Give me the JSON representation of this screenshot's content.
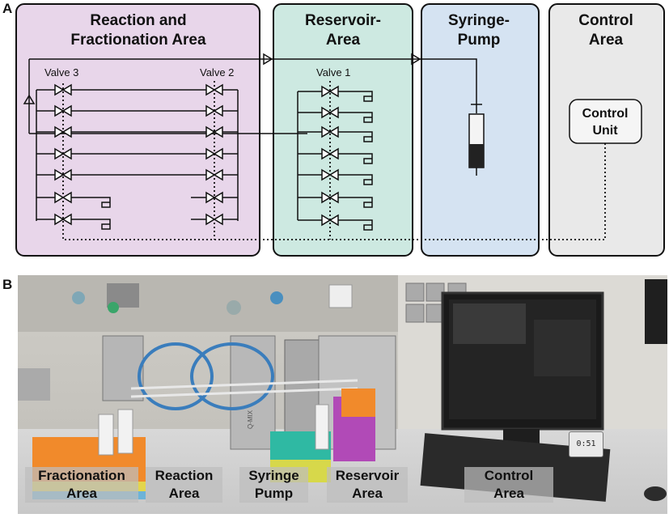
{
  "panel_a": {
    "letter": "A",
    "areas": {
      "reaction": {
        "title_line1": "Reaction and",
        "title_line2": "Fractionation Area",
        "color": "#e8d6ea"
      },
      "reservoir": {
        "title_line1": "Reservoir-",
        "title_line2": "Area",
        "color": "#cde9e1"
      },
      "syringe": {
        "title_line1": "Syringe-",
        "title_line2": "Pump",
        "color": "#d5e3f2"
      },
      "control": {
        "title_line1": "Control",
        "title_line2": "Area",
        "color": "#e9e9e9"
      }
    },
    "valve_labels": {
      "valve3": "Valve 3",
      "valve2": "Valve 2",
      "valve1": "Valve 1"
    },
    "control_unit": {
      "line1": "Control",
      "line2": "Unit"
    }
  },
  "panel_b": {
    "letter": "B",
    "labels": {
      "fractionation": {
        "line1": "Fractionation",
        "line2": "Area"
      },
      "reaction": {
        "line1": "Reaction",
        "line2": "Area"
      },
      "syringe": {
        "line1": "Syringe",
        "line2": "Pump"
      },
      "reservoir": {
        "line1": "Reservoir",
        "line2": "Area"
      },
      "control": {
        "line1": "Control",
        "line2": "Area"
      }
    },
    "device_text": "Q-MIX",
    "clock_text": "0:51"
  }
}
